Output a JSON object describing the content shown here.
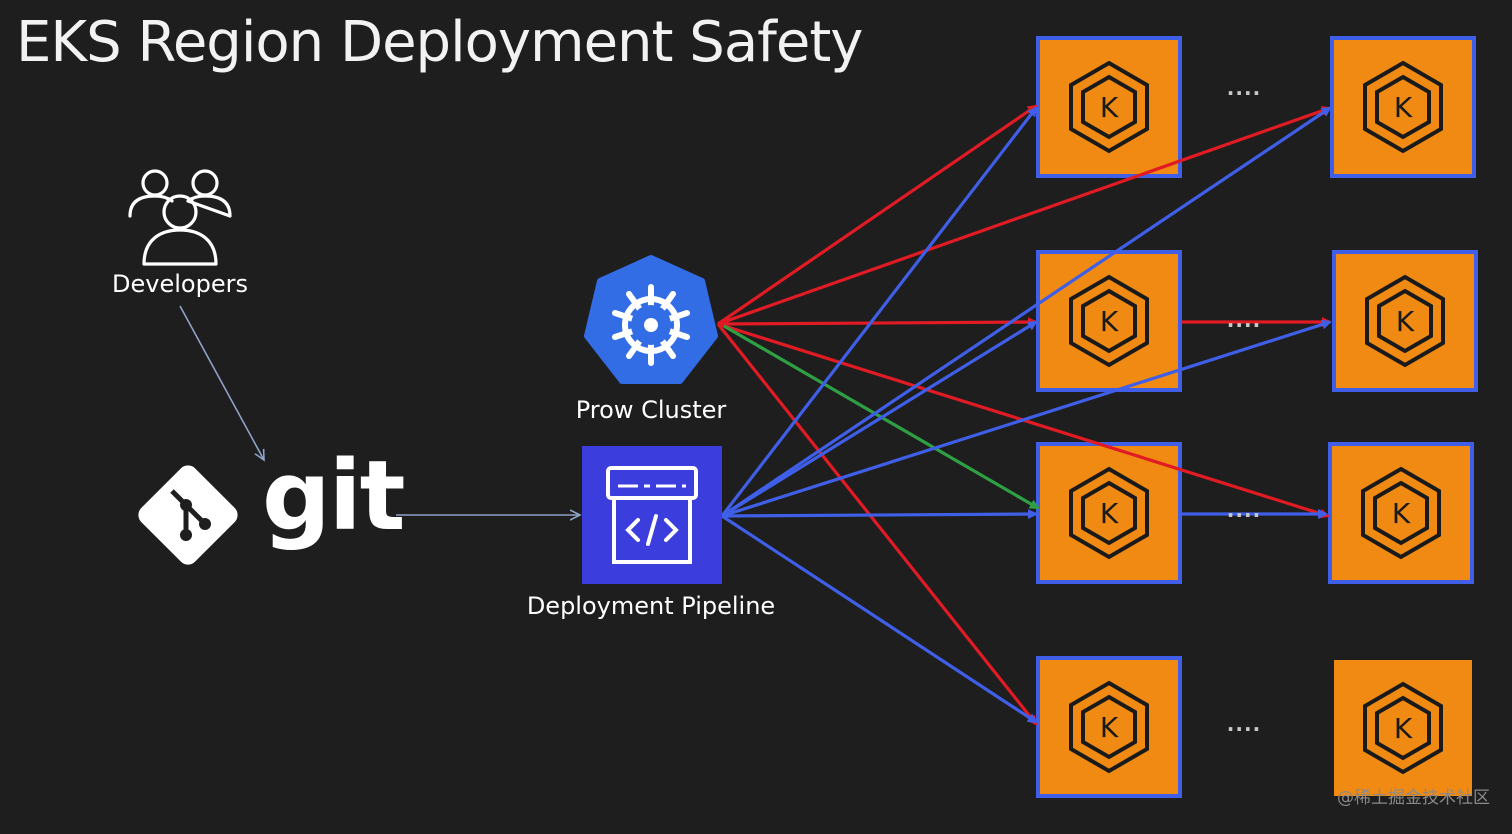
{
  "title": "EKS Region Deployment Safety",
  "labels": {
    "developers": "Developers",
    "git": "git",
    "prow": "Prow Cluster",
    "pipeline": "Deployment Pipeline"
  },
  "ellipses": [
    "....",
    "....",
    "....",
    "...."
  ],
  "watermark": "@稀土掘金技术社区",
  "eks_badge_letter": "K",
  "colors": {
    "background": "#1e1e1e",
    "eks_orange": "#f08a12",
    "eks_border": "#3f5fe8",
    "prow_arrow": "#e01b24",
    "pipeline_arrow": "#3f5fe8",
    "highlight_arrow": "#2ea043",
    "connector": "#8fa2c8",
    "pipeline_box": "#3b3ddc",
    "k8s_blue": "#326de6"
  },
  "icons": [
    "developers-icon",
    "git-logo-icon",
    "kubernetes-icon",
    "pipeline-icon",
    "eks-icon"
  ]
}
